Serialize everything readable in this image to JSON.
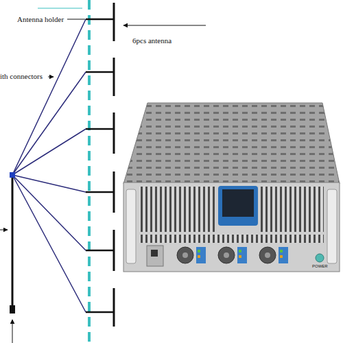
{
  "diagram": {
    "labels": [
      "Antenna holder",
      "6pcs antenna",
      "ith connectors",
      "POWER"
    ]
  }
}
